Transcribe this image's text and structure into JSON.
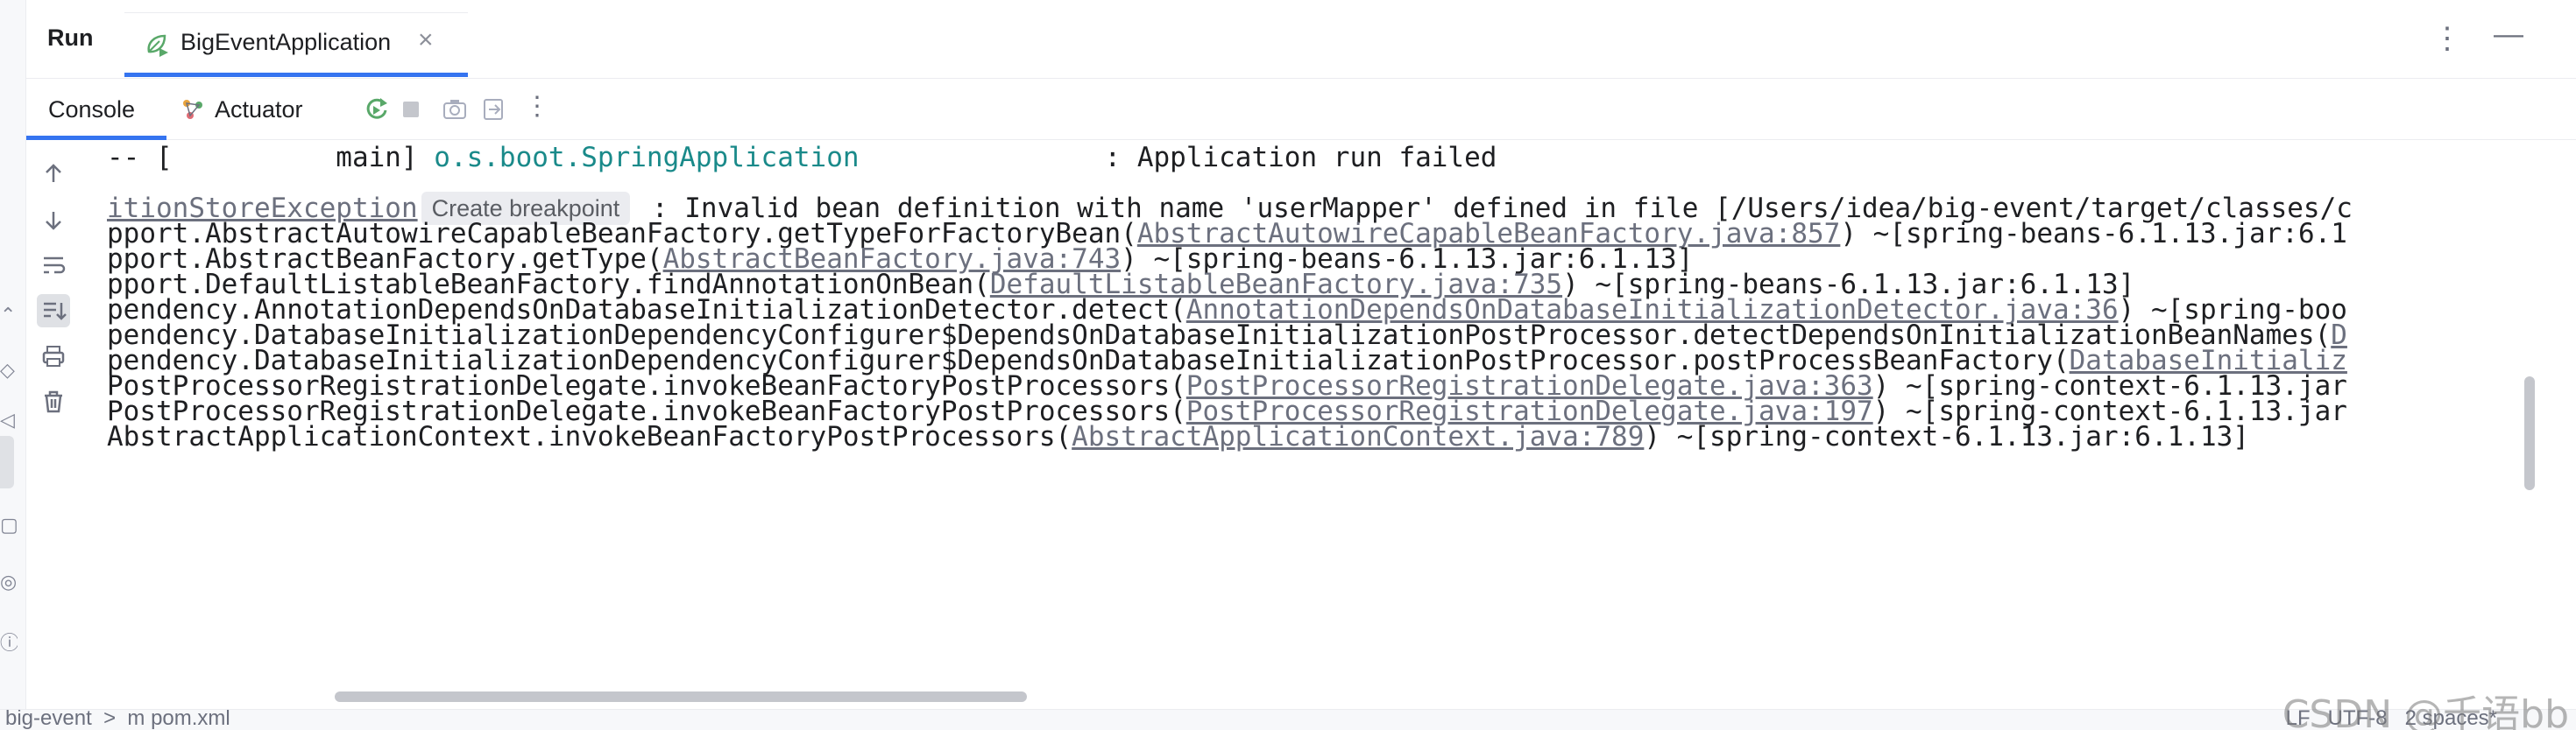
{
  "run_panel": {
    "title": "Run",
    "tab_label": "BigEventApplication",
    "tab_close": "×",
    "more_icon": "⋮",
    "minimize_icon": "—"
  },
  "toolbar": {
    "console_label": "Console",
    "actuator_label": "Actuator",
    "more_icon": "⋮"
  },
  "console": {
    "create_breakpoint": "Create breakpoint",
    "lines": [
      {
        "prefix": "-- [          main] ",
        "cls": "o.s.boot.SpringApplication",
        "suffix": "               : Application run failed"
      },
      {
        "prefix": "",
        "link": "itionStoreException",
        "suffix": " : Invalid bean definition with name 'userMapper' defined in file [/Users/idea/big-event/target/classes/c"
      },
      {
        "prefix": "pport.AbstractAutowireCapableBeanFactory.getTypeForFactoryBean(",
        "link": "AbstractAutowireCapableBeanFactory.java:857",
        "suffix": ") ~[spring-beans-6.1.13.jar:6.1"
      },
      {
        "prefix": "pport.AbstractBeanFactory.getType(",
        "link": "AbstractBeanFactory.java:743",
        "suffix": ") ~[spring-beans-6.1.13.jar:6.1.13]"
      },
      {
        "prefix": "pport.DefaultListableBeanFactory.findAnnotationOnBean(",
        "link": "DefaultListableBeanFactory.java:735",
        "suffix": ") ~[spring-beans-6.1.13.jar:6.1.13]"
      },
      {
        "prefix": "pendency.AnnotationDependsOnDatabaseInitializationDetector.detect(",
        "link": "AnnotationDependsOnDatabaseInitializationDetector.java:36",
        "suffix": ") ~[spring-boo"
      },
      {
        "prefix": "pendency.DatabaseInitializationDependencyConfigurer$DependsOnDatabaseInitializationPostProcessor.detectDependsOnInitializationBeanNames(",
        "link": "D",
        "suffix": ""
      },
      {
        "prefix": "pendency.DatabaseInitializationDependencyConfigurer$DependsOnDatabaseInitializationPostProcessor.postProcessBeanFactory(",
        "link": "DatabaseInitializ",
        "suffix": ""
      },
      {
        "prefix": "PostProcessorRegistrationDelegate.invokeBeanFactoryPostProcessors(",
        "link": "PostProcessorRegistrationDelegate.java:363",
        "suffix": ") ~[spring-context-6.1.13.jar"
      },
      {
        "prefix": "PostProcessorRegistrationDelegate.invokeBeanFactoryPostProcessors(",
        "link": "PostProcessorRegistrationDelegate.java:197",
        "suffix": ") ~[spring-context-6.1.13.jar"
      },
      {
        "prefix": "AbstractApplicationContext.invokeBeanFactoryPostProcessors(",
        "link": "AbstractApplicationContext.java:789",
        "suffix": ") ~[spring-context-6.1.13.jar:6.1.13]"
      }
    ]
  },
  "statusbar": {
    "breadcrumb": "big-event  >  m pom.xml",
    "right_text": "LF   UTF-8   2 spaces*"
  },
  "watermark": "CSDN @千语bb",
  "colors": {
    "accent": "#3574f0",
    "class_name": "#1a8a8a",
    "link": "#6c707e",
    "run_green": "#59a869"
  },
  "icons": {
    "up": "arrow-up-icon",
    "down": "arrow-down-icon",
    "wrap": "soft-wrap-icon",
    "scroll_end": "scroll-to-end-icon",
    "print": "print-icon",
    "trash": "trash-icon",
    "rerun": "rerun-icon",
    "stop": "stop-icon",
    "camera": "camera-icon",
    "exit": "exit-icon"
  }
}
